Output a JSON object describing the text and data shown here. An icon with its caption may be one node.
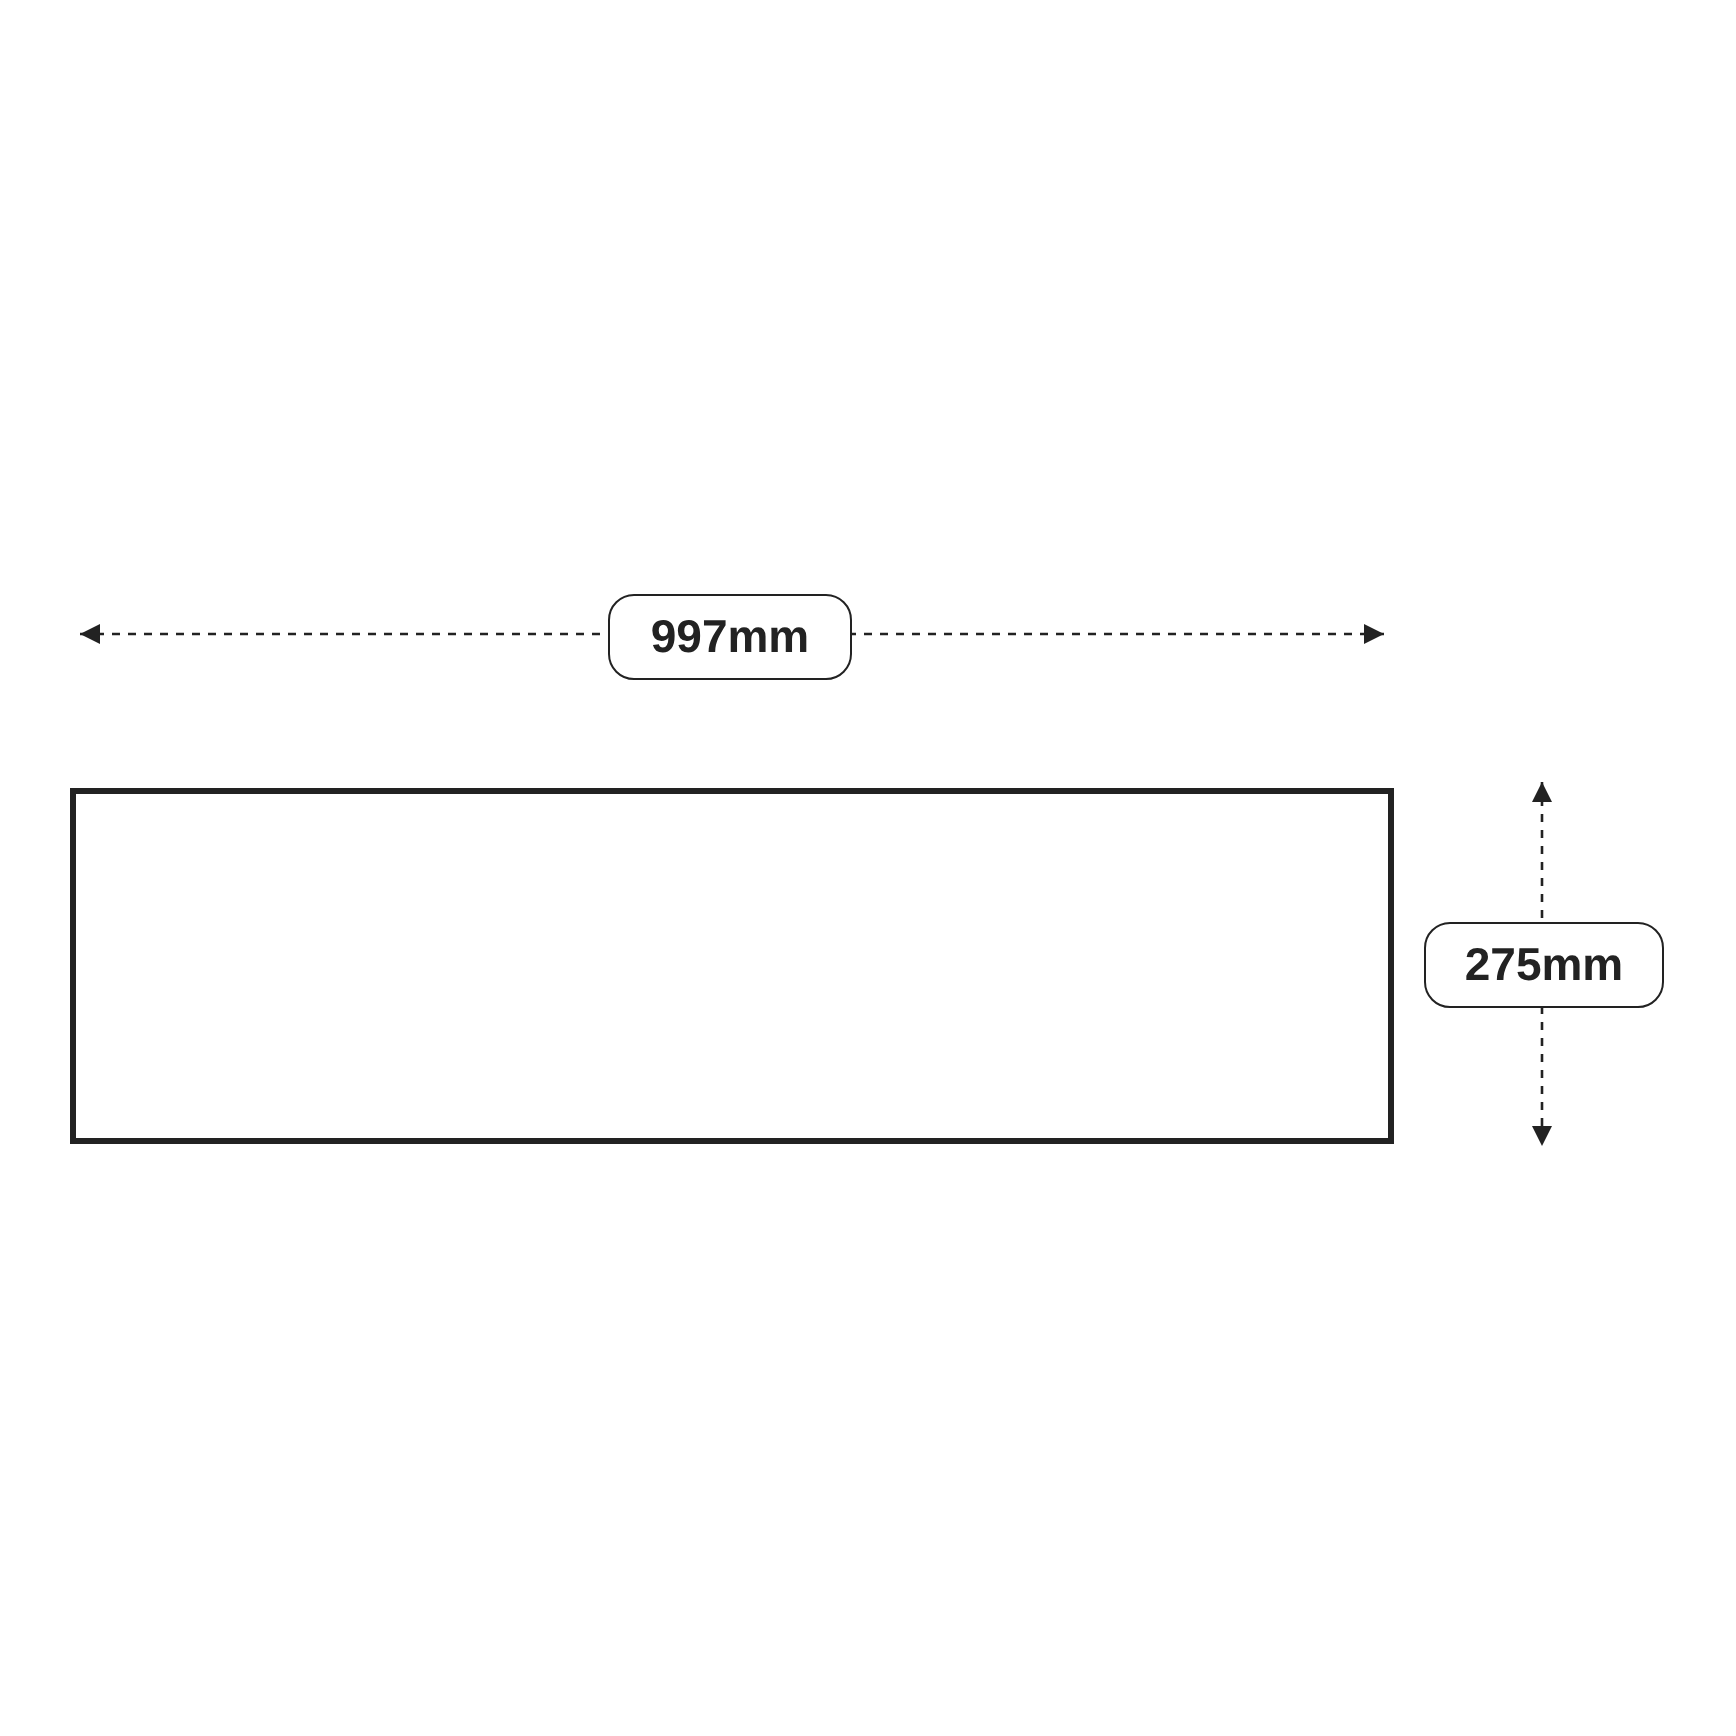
{
  "diagram": {
    "nodes": [
      {
        "text": [],
        "shape": "box"
      }
    ],
    "labels": [
      "997mm",
      "275mm"
    ]
  }
}
